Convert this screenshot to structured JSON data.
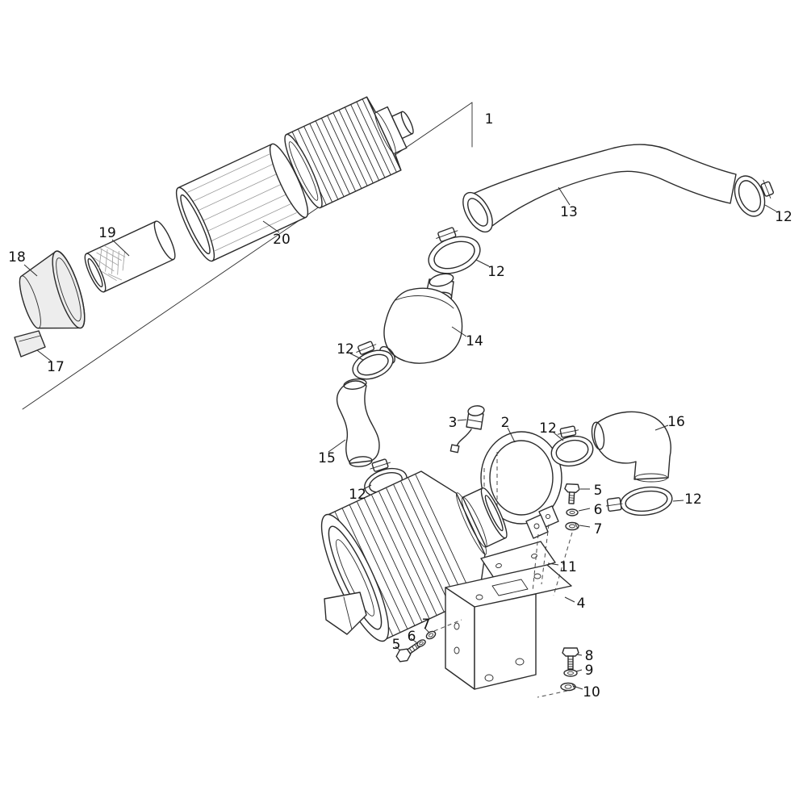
{
  "colors": {
    "background": "#ffffff",
    "line": "#2b2b2b",
    "text": "#101010"
  },
  "callouts": {
    "c1": {
      "label": "1"
    },
    "c2": {
      "label": "2"
    },
    "c3": {
      "label": "3"
    },
    "c4": {
      "label": "4"
    },
    "c5a": {
      "label": "5"
    },
    "c5b": {
      "label": "5"
    },
    "c6a": {
      "label": "6"
    },
    "c6b": {
      "label": "6"
    },
    "c7a": {
      "label": "7"
    },
    "c7b": {
      "label": "7"
    },
    "c8": {
      "label": "8"
    },
    "c9": {
      "label": "9"
    },
    "c10": {
      "label": "10"
    },
    "c11": {
      "label": "11"
    },
    "c12a": {
      "label": "12"
    },
    "c12b": {
      "label": "12"
    },
    "c12c": {
      "label": "12"
    },
    "c12d": {
      "label": "12"
    },
    "c12e": {
      "label": "12"
    },
    "c12f": {
      "label": "12"
    },
    "c13": {
      "label": "13"
    },
    "c14": {
      "label": "14"
    },
    "c15": {
      "label": "15"
    },
    "c16": {
      "label": "16"
    },
    "c17": {
      "label": "17"
    },
    "c18": {
      "label": "18"
    },
    "c19": {
      "label": "19"
    },
    "c20": {
      "label": "20"
    }
  }
}
